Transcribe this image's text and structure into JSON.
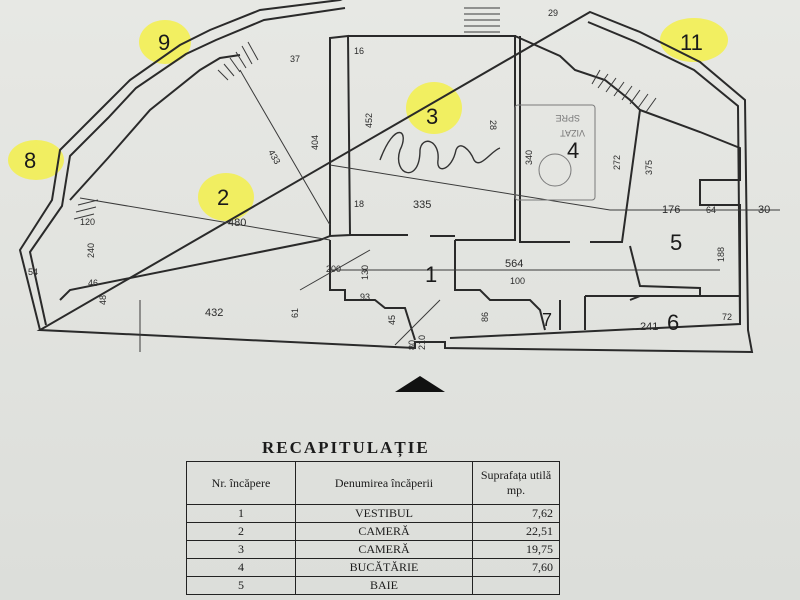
{
  "plan": {
    "room_numbers": [
      "1",
      "2",
      "3",
      "4",
      "5",
      "6",
      "7",
      "8",
      "9",
      "11"
    ],
    "dimensions": [
      "480",
      "433",
      "404",
      "452",
      "335",
      "28",
      "340",
      "272",
      "375",
      "176",
      "64",
      "30",
      "188",
      "564",
      "432",
      "100",
      "241",
      "72",
      "80",
      "210",
      "45",
      "86",
      "93",
      "61",
      "46",
      "48",
      "240",
      "54",
      "200",
      "130",
      "18",
      "120",
      "37",
      "29",
      "16"
    ],
    "stamp_text": [
      "VIZAT",
      "SPRE"
    ],
    "highlight_color": "#f3f04a"
  },
  "recap": {
    "title": "RECAPITULAȚIE",
    "headers": {
      "nr": "Nr. încăpere",
      "name": "Denumirea încăperii",
      "area": "Suprafața utilă mp."
    },
    "rows": [
      {
        "nr": "1",
        "name": "VESTIBUL",
        "area": "7,62"
      },
      {
        "nr": "2",
        "name": "CAMERĂ",
        "area": "22,51"
      },
      {
        "nr": "3",
        "name": "CAMERĂ",
        "area": "19,75"
      },
      {
        "nr": "4",
        "name": "BUCĂTĂRIE",
        "area": "7,60"
      },
      {
        "nr": "5",
        "name": "BAIE",
        "area": ""
      }
    ]
  }
}
